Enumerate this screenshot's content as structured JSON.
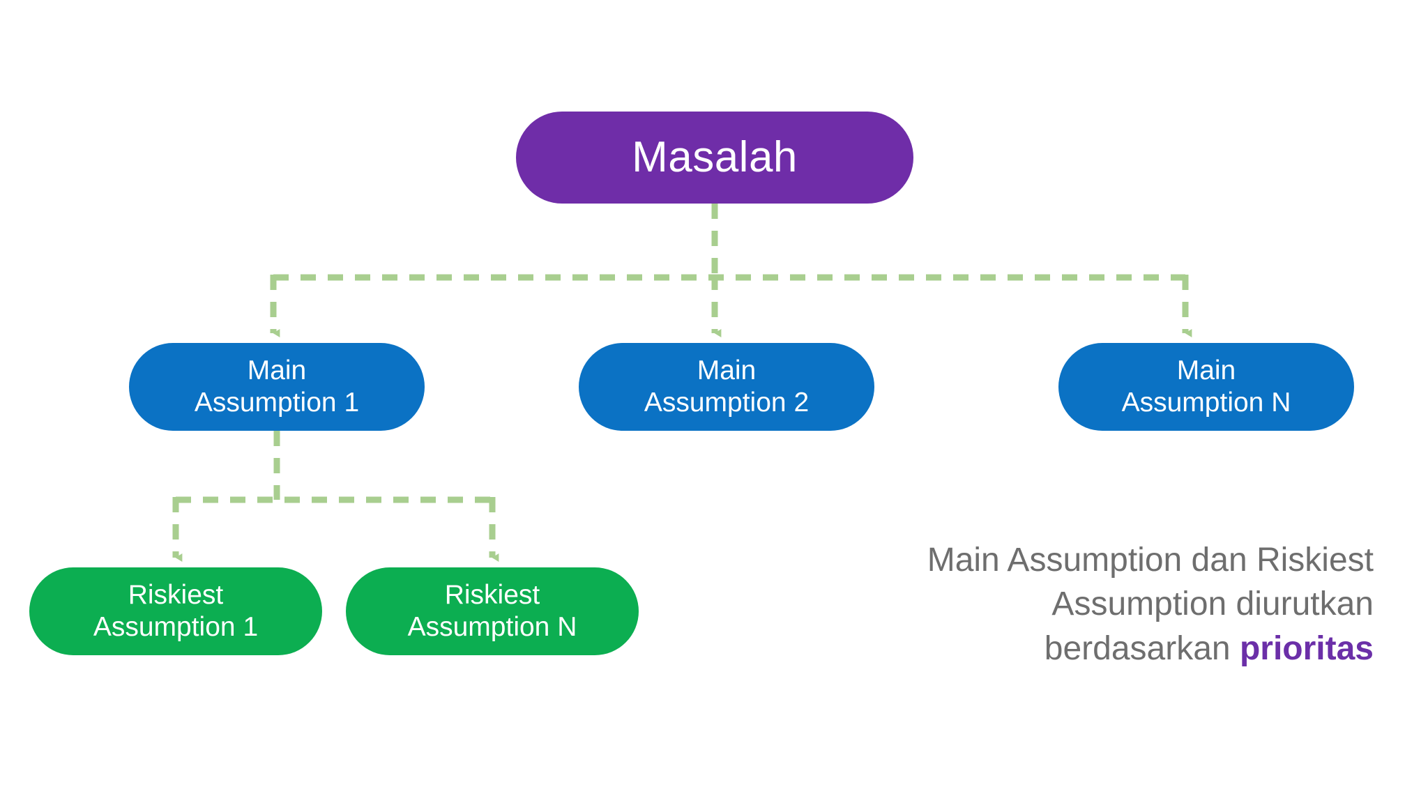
{
  "diagram": {
    "title_node": {
      "label": "Masalah",
      "color": "#6F2DA8"
    },
    "main_assumptions": [
      {
        "label": "Main\nAssumption 1",
        "color": "#0B72C4"
      },
      {
        "label": "Main\nAssumption 2",
        "color": "#0B72C4"
      },
      {
        "label": "Main\nAssumption N",
        "color": "#0B72C4"
      }
    ],
    "riskiest_assumptions": [
      {
        "label": "Riskiest\nAssumption 1",
        "color": "#0CAE51"
      },
      {
        "label": "Riskiest\nAssumption N",
        "color": "#0CAE51"
      }
    ],
    "connector": {
      "color": "#A8CE8F",
      "style": "dashed",
      "arrowhead": "triangle-down"
    }
  },
  "caption": {
    "line1": "Main Assumption dan Riskiest",
    "line2": "Assumption diurutkan",
    "line3_prefix": "berdasarkan ",
    "line3_accent": "prioritas",
    "text_color": "#6E6E6E",
    "accent_color": "#6B2FA8"
  }
}
